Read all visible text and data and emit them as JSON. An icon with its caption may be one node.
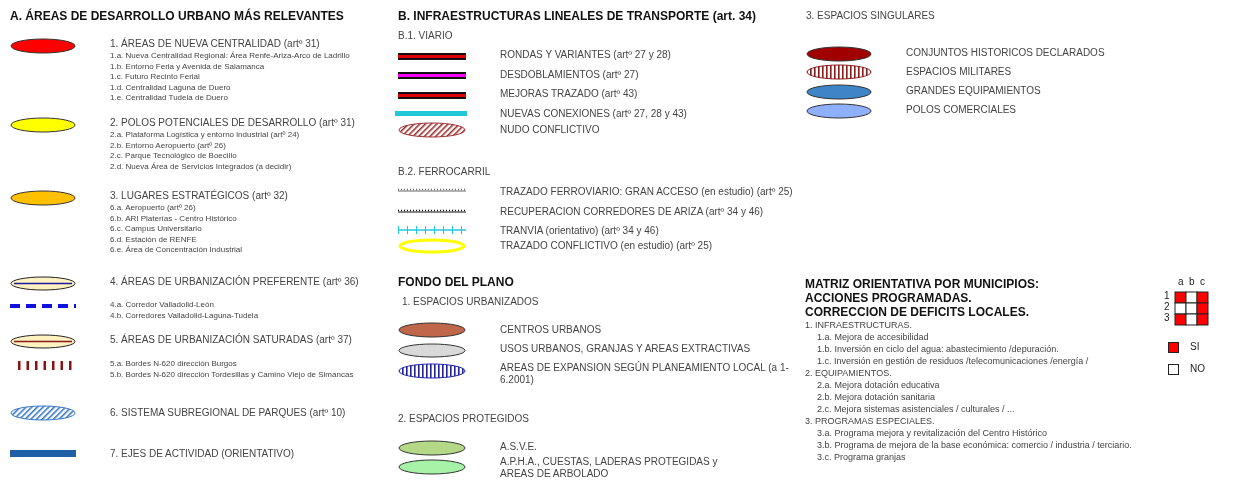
{
  "diagram": {
    "labels": [
      "A. ÁREAS DE DESARROLLO URBANO MÁS RELEVANTES",
      "1.a. Nueva Centralidad Regional: Área Renfe-Ariza-Arco de Ladrillo",
      "1.b. Entorno Feria y Avenida de Salamanca",
      "1.c. Futuro Recinto Ferial",
      "1.d. Centralidad Laguna de Duero",
      "1.e. Centralidad Tudela de Duero",
      "2.a. Plataforma Logística y entorno industrial (artº 24)",
      "2.b. Entorno Aeropuerto (artº 26)",
      "2.c. Parque Tecnológico de Boecillo",
      "2.d. Nueva Área de Servicios Integrados (a decidir)",
      "6.a. Aeropuerto (artº 26)",
      "6.b. ARI Platerías - Centro Histórico",
      "6.c. Campus Universitario",
      "6.d. Estación de RENFE",
      "6.e. Área de Concentración Industrial",
      "4.b. Corredores Valladolid-Laguna-Tudela",
      "5.b. Bordes N-620 dirección Tordesillas y Camino Viejo de Simancas",
      "B. INFRAESTRUCTURAS LINEALES DE TRANSPORTE (art. 34)",
      "B.1. VIARIO",
      "B.2. FERROCARRIL",
      "FONDO DEL PLANO",
      "1. ESPACIOS URBANIZADOS",
      "2. ESPACIOS PROTEGIDOS",
      "3. ESPACIOS SINGULARES",
      "MATRIZ ORIENTATIVA POR MUNICIPIOS:",
      "ACCIONES PROGRAMADAS.",
      "CORRECCION DE DEFICITS LOCALES.",
      "1. INFRAESTRUCTURAS.",
      "1.a. Mejora de accesibilidad",
      "1.b. Inversión en ciclo del agua: abastecimiento /depuración.",
      "1.c. Inversión en gestión de residuos /telecomunicaciones /energía /",
      "2. EQUIPAMIENTOS.",
      "2.a. Mejora dotación educativa",
      "2.b. Mejora dotación sanitaria",
      "2.c. Mejora sistemas asistenciales / culturales / ...",
      "3. PROGRAMAS ESPECIALES.",
      "3.a. Programa mejora y revitalización del Centro Histórico",
      "3.b. Programa de mejora de la base económica: comercio / industria / terciario.",
      "3.c. Programa granjas",
      "a",
      "b",
      "c",
      "1",
      "2",
      "3"
    ],
    "legend": [
      {
        "text": "1. ÁREAS DE NUEVA CENTRALIDAD (artº 31)",
        "color": "#ff0000"
      },
      {
        "text": "2. POLOS POTENCIALES DE DESARROLLO (artº 31)",
        "color": "#ffff00"
      },
      {
        "text": "3. LUGARES ESTRATÉGICOS (artº 32)",
        "color": "#ffc000"
      },
      {
        "text": "4. ÁREAS DE URBANIZACIÓN PREFERENTE (artº 36)"
      },
      {
        "text": "4.a. Corredor Valladolid-León"
      },
      {
        "text": "5. ÁREAS DE URBANIZACIÓN SATURADAS (artº 37)"
      },
      {
        "text": "5.a. Bordes N-620 dirección Burgos"
      },
      {
        "text": "6. SISTEMA SUBREGIONAL DE PARQUES (artº 10)"
      },
      {
        "text": "7. EJES DE ACTIVIDAD (ORIENTATIVO)"
      },
      {
        "text": "RONDAS Y VARIANTES (artº 27 y 28)"
      },
      {
        "text": "DESDOBLAMIENTOS (artº 27)"
      },
      {
        "text": "MEJORAS TRAZADO (artº 43)"
      },
      {
        "text": "NUEVAS CONEXIONES (artº 27, 28 y 43)"
      },
      {
        "text": "NUDO CONFLICTIVO"
      },
      {
        "text": "TRAZADO FERROVIARIO: GRAN ACCESO (en estudio) (artº 25)"
      },
      {
        "text": "RECUPERACION CORREDORES DE ARIZA (artº 34 y 46)"
      },
      {
        "text": "TRANVIA (orientativo) (artº 34 y 46)"
      },
      {
        "text": "TRAZADO CONFLICTIVO (en estudio) (artº 25)"
      },
      {
        "text": "CENTROS URBANOS",
        "color": "#c0664a"
      },
      {
        "text": "USOS URBANOS, GRANJAS Y AREAS EXTRACTIVAS",
        "color": "#d9d9d9"
      },
      {
        "text": "AREAS DE EXPANSION SEGÚN PLANEAMIENTO LOCAL (a 1-6.2001)"
      },
      {
        "text": "A.S.V.E.",
        "color": "#b3d987"
      },
      {
        "text": "A.P.H.A., CUESTAS, LADERAS PROTEGIDAS y AREAS DE ARBOLADO",
        "color": "#a6f2a6"
      },
      {
        "text": "CONJUNTOS HISTORICOS DECLARADOS",
        "color": "#a00000"
      },
      {
        "text": "ESPACIOS MILITARES"
      },
      {
        "text": "GRANDES EQUIPAMIENTOS",
        "color": "#3d85c6"
      },
      {
        "text": "POLOS COMERCIALES",
        "color": "#8fb0ff"
      },
      {
        "text": "SI",
        "color": "#ff0000"
      },
      {
        "text": "NO",
        "color": "#ffffff"
      }
    ]
  }
}
